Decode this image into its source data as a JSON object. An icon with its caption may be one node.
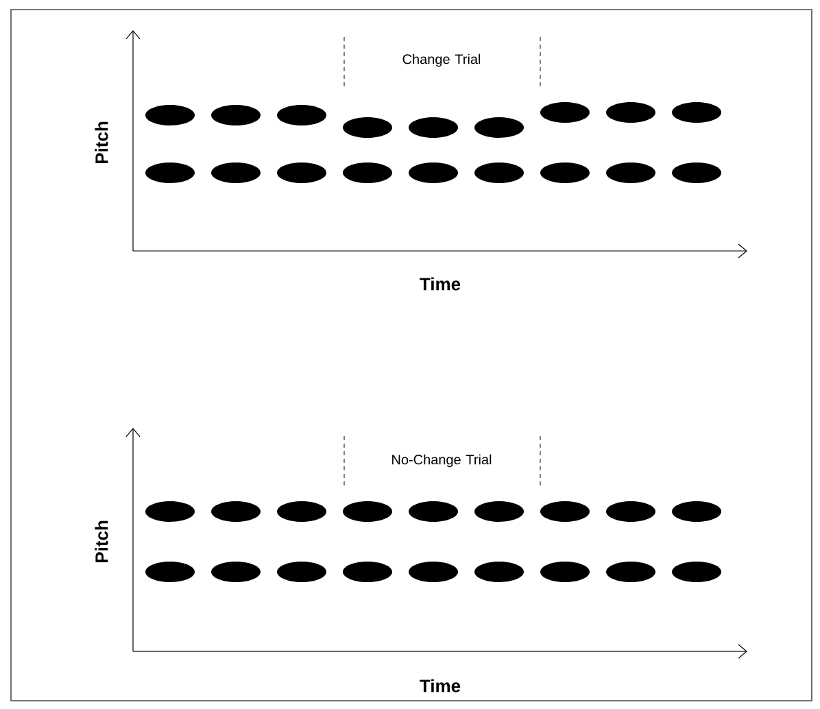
{
  "diagram": {
    "labels": [
      "Change Trial",
      "Pitch",
      "Time",
      "No-Change Trial",
      "Pitch",
      "Time"
    ]
  }
}
